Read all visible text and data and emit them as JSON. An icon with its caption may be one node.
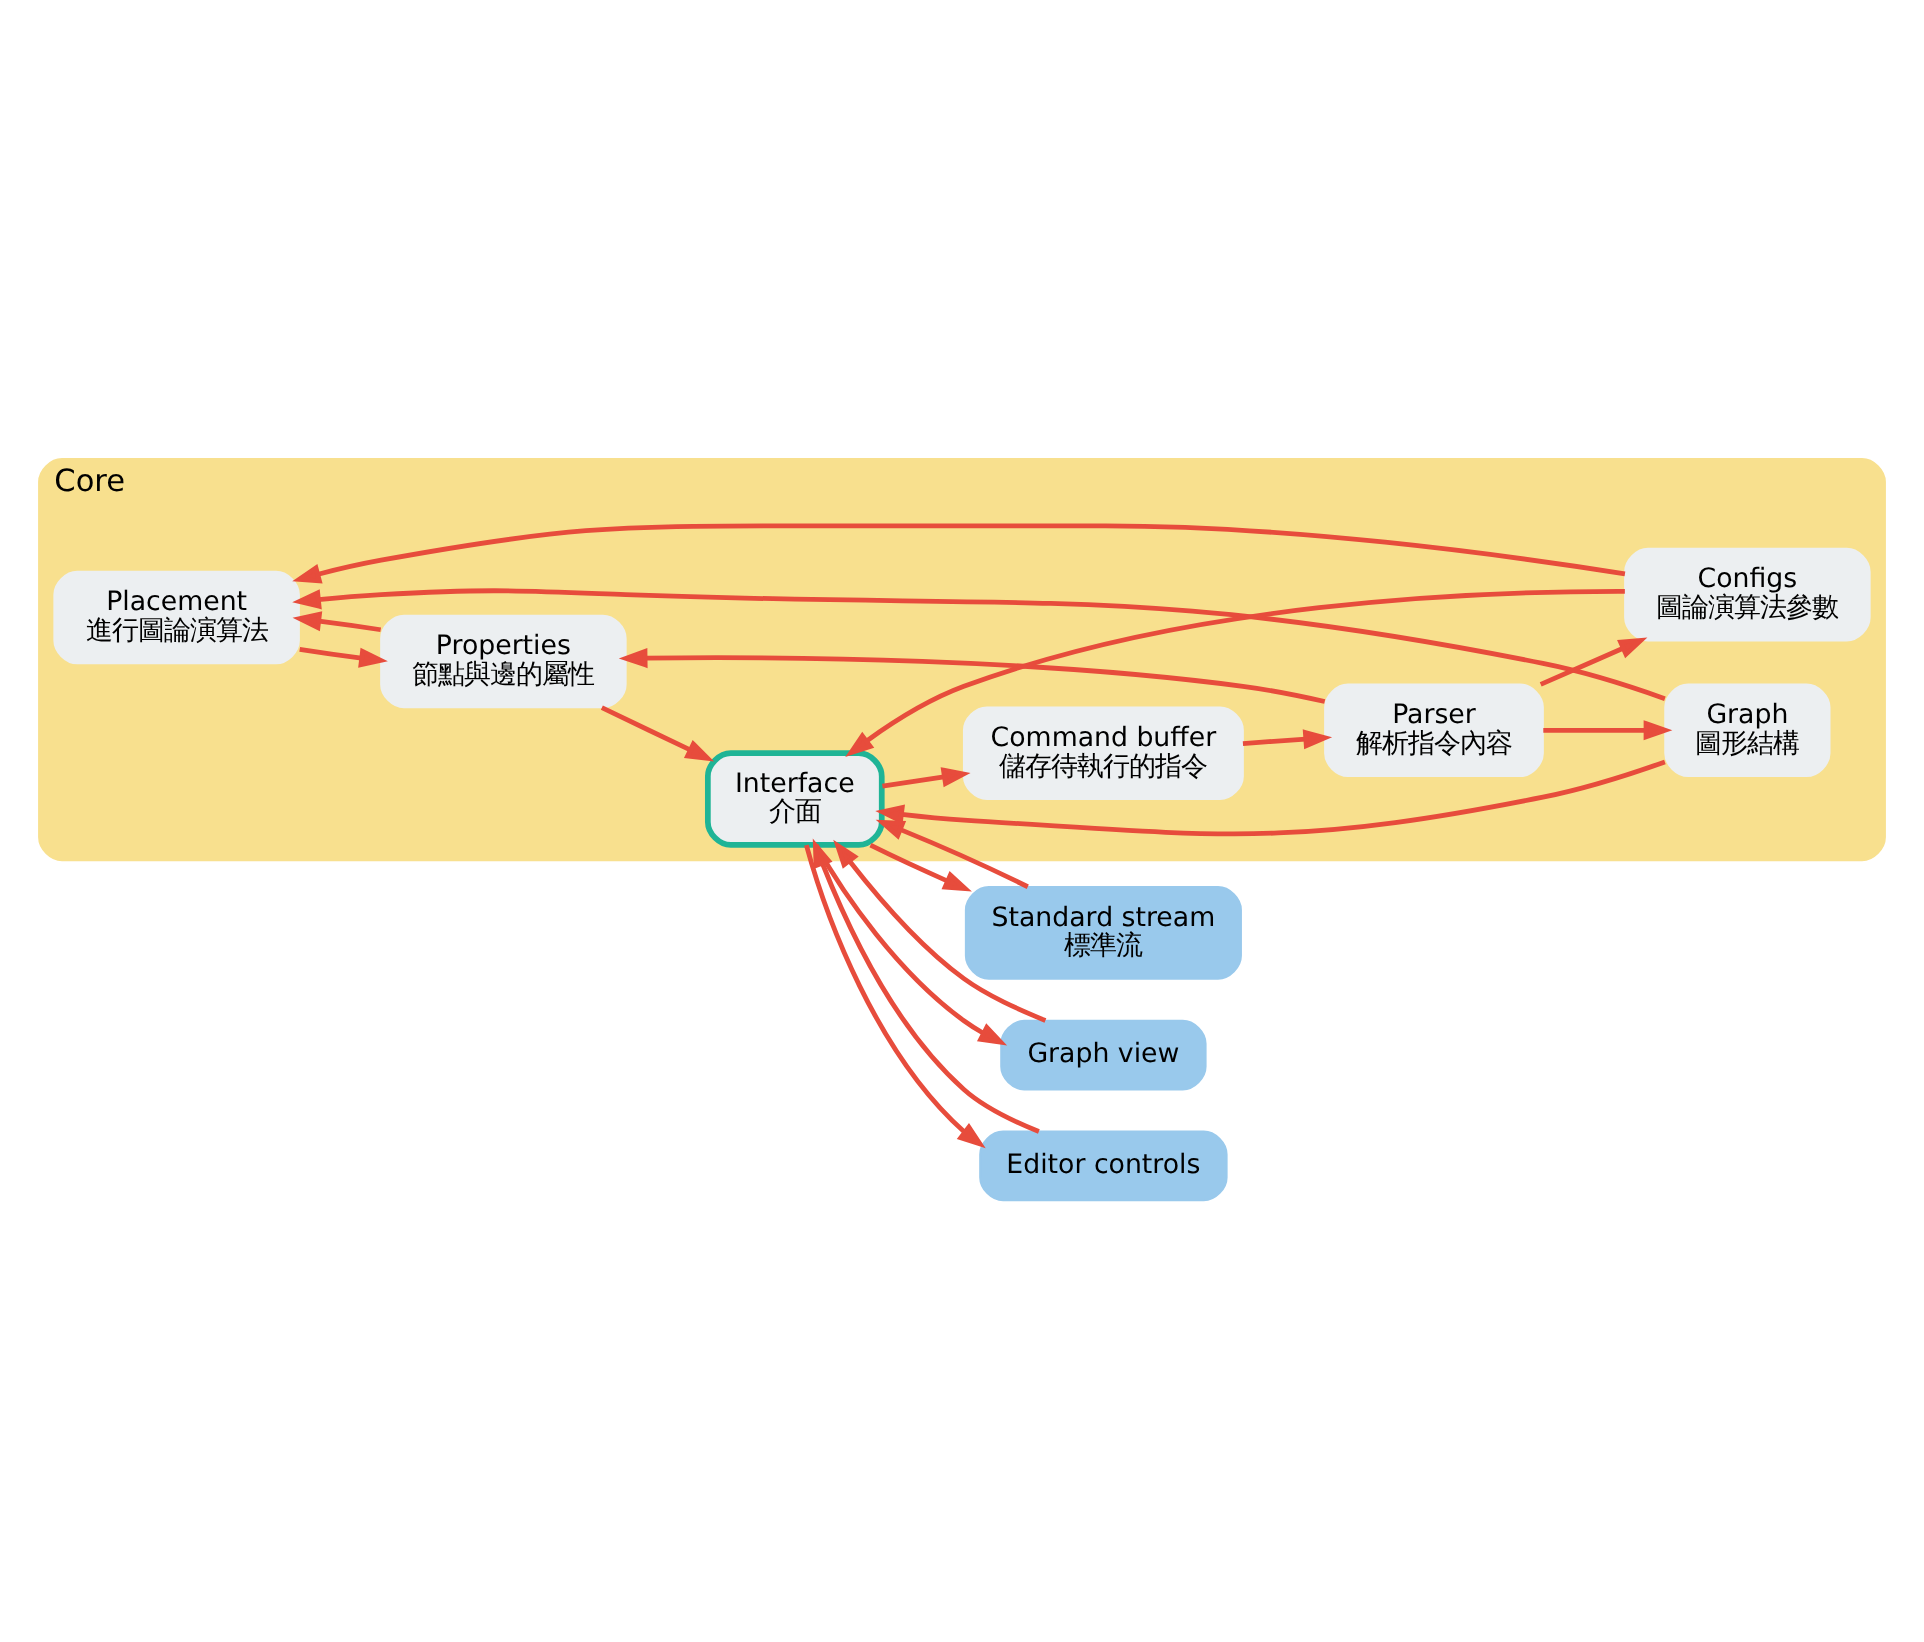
{
  "diagram": {
    "nodes": [
      {
        "text": [
          "Core"
        ]
      },
      {
        "text": [
          "Placement",
          "進行圖論演算法"
        ],
        "in": 0
      },
      {
        "text": [
          "Graph",
          "圖形結構"
        ],
        "in": 0
      },
      {
        "text": [
          "Configs",
          "圖論演算法參數"
        ],
        "in": 0
      },
      {
        "text": [
          "Properties",
          "節點與邊的屬性"
        ],
        "in": 0
      },
      {
        "text": [
          "Parser",
          "解析指令內容"
        ],
        "in": 0
      },
      {
        "text": [
          "Command buffer",
          "儲存待執行的指令"
        ],
        "in": 0
      },
      {
        "text": [
          "Interface",
          "介面"
        ],
        "in": 0
      },
      {
        "text": [
          "Standard stream",
          "標準流"
        ]
      },
      {
        "text": [
          "Graph view"
        ]
      },
      {
        "text": [
          "Editor controls"
        ]
      }
    ],
    "edges": [
      {
        "from": 2,
        "to": 1,
        "arrow": "to"
      },
      {
        "from": 3,
        "to": 1,
        "arrow": "to"
      },
      {
        "from": 4,
        "to": 1,
        "arrow": "to"
      },
      {
        "from": 1,
        "to": 4,
        "arrow": "to"
      },
      {
        "from": 5,
        "to": 2,
        "arrow": "to"
      },
      {
        "from": 5,
        "to": 3,
        "arrow": "to"
      },
      {
        "from": 5,
        "to": 4,
        "arrow": "to"
      },
      {
        "from": 6,
        "to": 5,
        "arrow": "to"
      },
      {
        "from": 2,
        "to": 7,
        "arrow": "to"
      },
      {
        "from": 3,
        "to": 7,
        "arrow": "to"
      },
      {
        "from": 4,
        "to": 7,
        "arrow": "to"
      },
      {
        "from": 7,
        "to": 6,
        "arrow": "to"
      },
      {
        "from": 7,
        "to": 8,
        "arrow": "to"
      },
      {
        "from": 8,
        "to": 7,
        "arrow": "to"
      },
      {
        "from": 7,
        "to": 9,
        "arrow": "to"
      },
      {
        "from": 9,
        "to": 7,
        "arrow": "to"
      },
      {
        "from": 7,
        "to": 10,
        "arrow": "to"
      },
      {
        "from": 10,
        "to": 7,
        "arrow": "to"
      }
    ]
  }
}
